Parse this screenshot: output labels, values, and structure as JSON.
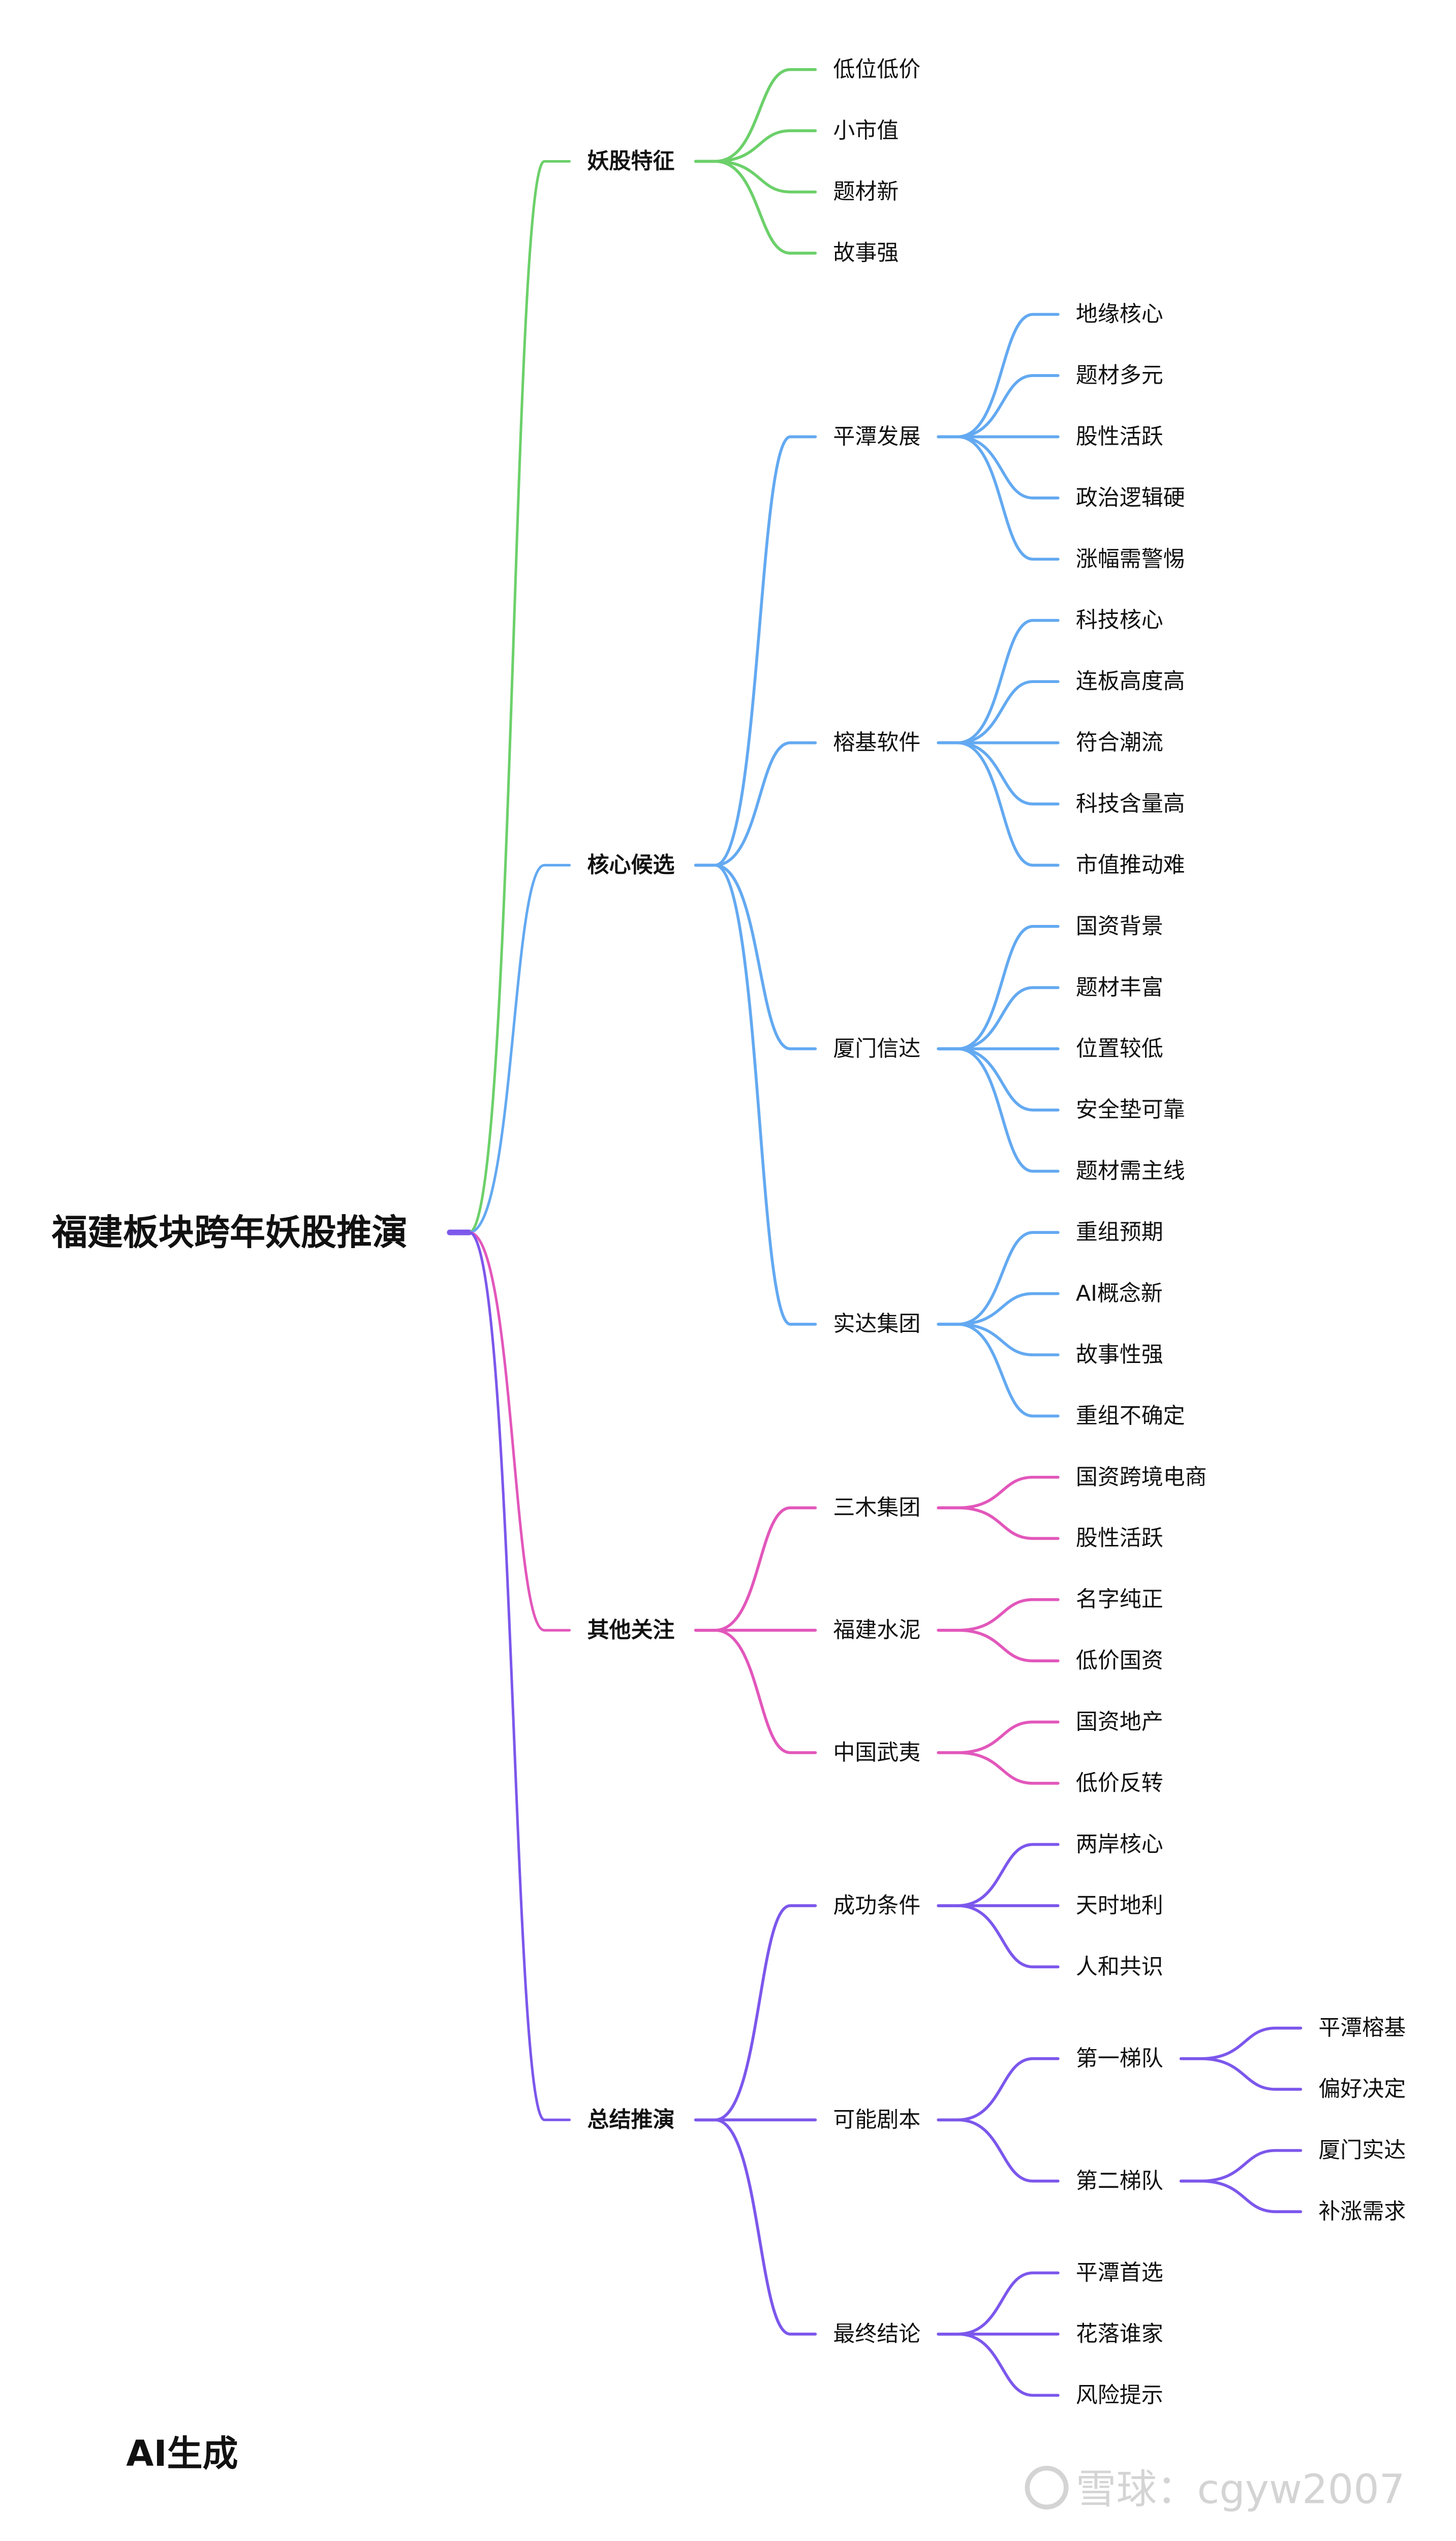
{
  "colors": {
    "green": "#6cd06a",
    "blue": "#63a9f1",
    "pink": "#e257bb",
    "purple": "#7c57ec"
  },
  "root": {
    "label": "福建板块跨年妖股推演",
    "children": [
      {
        "label": "妖股特征",
        "color": "green",
        "children": [
          {
            "label": "低位低价"
          },
          {
            "label": "小市值"
          },
          {
            "label": "题材新"
          },
          {
            "label": "故事强"
          }
        ]
      },
      {
        "label": "核心候选",
        "color": "blue",
        "children": [
          {
            "label": "平潭发展",
            "children": [
              {
                "label": "地缘核心"
              },
              {
                "label": "题材多元"
              },
              {
                "label": "股性活跃"
              },
              {
                "label": "政治逻辑硬"
              },
              {
                "label": "涨幅需警惕"
              }
            ]
          },
          {
            "label": "榕基软件",
            "children": [
              {
                "label": "科技核心"
              },
              {
                "label": "连板高度高"
              },
              {
                "label": "符合潮流"
              },
              {
                "label": "科技含量高"
              },
              {
                "label": "市值推动难"
              }
            ]
          },
          {
            "label": "厦门信达",
            "children": [
              {
                "label": "国资背景"
              },
              {
                "label": "题材丰富"
              },
              {
                "label": "位置较低"
              },
              {
                "label": "安全垫可靠"
              },
              {
                "label": "题材需主线"
              }
            ]
          },
          {
            "label": "实达集团",
            "children": [
              {
                "label": "重组预期"
              },
              {
                "label": "AI概念新"
              },
              {
                "label": "故事性强"
              },
              {
                "label": "重组不确定"
              }
            ]
          }
        ]
      },
      {
        "label": "其他关注",
        "color": "pink",
        "children": [
          {
            "label": "三木集团",
            "children": [
              {
                "label": "国资跨境电商"
              },
              {
                "label": "股性活跃"
              }
            ]
          },
          {
            "label": "福建水泥",
            "children": [
              {
                "label": "名字纯正"
              },
              {
                "label": "低价国资"
              }
            ]
          },
          {
            "label": "中国武夷",
            "children": [
              {
                "label": "国资地产"
              },
              {
                "label": "低价反转"
              }
            ]
          }
        ]
      },
      {
        "label": "总结推演",
        "color": "purple",
        "children": [
          {
            "label": "成功条件",
            "children": [
              {
                "label": "两岸核心"
              },
              {
                "label": "天时地利"
              },
              {
                "label": "人和共识"
              }
            ]
          },
          {
            "label": "可能剧本",
            "children": [
              {
                "label": "第一梯队",
                "children": [
                  {
                    "label": "平潭榕基"
                  },
                  {
                    "label": "偏好决定"
                  }
                ]
              },
              {
                "label": "第二梯队",
                "children": [
                  {
                    "label": "厦门实达"
                  },
                  {
                    "label": "补涨需求"
                  }
                ]
              }
            ]
          },
          {
            "label": "最终结论",
            "children": [
              {
                "label": "平潭首选"
              },
              {
                "label": "花落谁家"
              },
              {
                "label": "风险提示"
              }
            ]
          }
        ]
      }
    ]
  },
  "footer": {
    "ai_label": "AI生成",
    "watermark": "雪球：cgyw2007"
  }
}
